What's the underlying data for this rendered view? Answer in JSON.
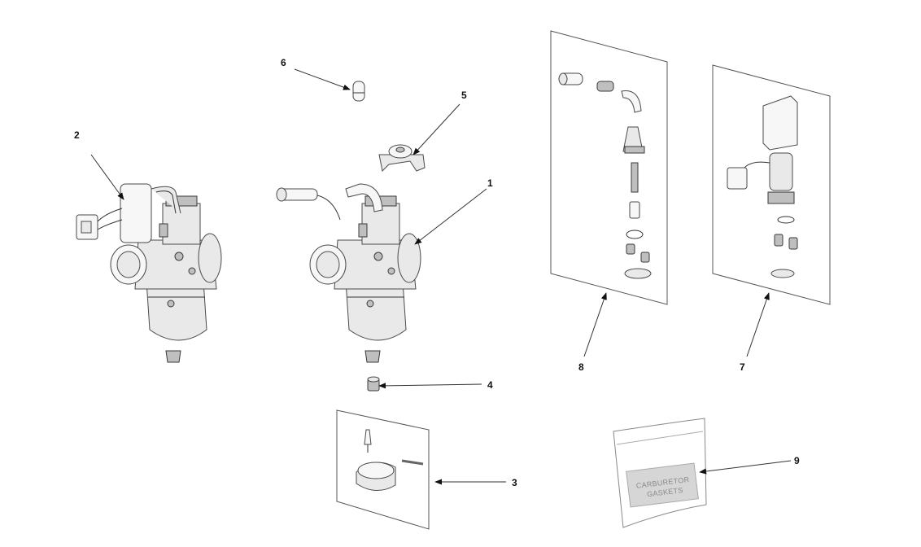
{
  "callouts": {
    "c1": "1",
    "c2": "2",
    "c3": "3",
    "c4": "4",
    "c5": "5",
    "c6": "6",
    "c7": "7",
    "c8": "8",
    "c9": "9"
  },
  "bag": {
    "line1": "CARBURETOR",
    "line2": "GASKETS"
  }
}
